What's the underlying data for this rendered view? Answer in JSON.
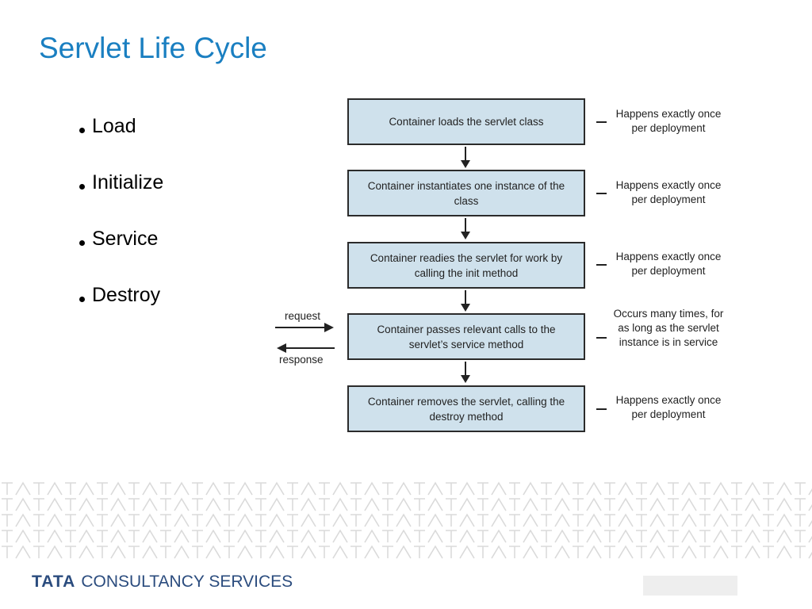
{
  "title": "Servlet Life Cycle",
  "bullets": [
    "Load",
    "Initialize",
    "Service",
    "Destroy"
  ],
  "diagram": {
    "stages": [
      {
        "label": "Container loads the servlet class",
        "note": "Happens exactly once per deployment"
      },
      {
        "label": "Container instantiates one instance of the class",
        "note": "Happens exactly once per deployment"
      },
      {
        "label": "Container readies the servlet for work by calling the init method",
        "note": "Happens exactly once per deployment"
      },
      {
        "label": "Container passes relevant calls to the servlet’s service method",
        "note": "Occurs many times, for as long as the servlet instance is in service"
      },
      {
        "label": "Container removes the servlet, calling the destroy method",
        "note": "Happens exactly once per deployment"
      }
    ],
    "request_label": "request",
    "response_label": "response"
  },
  "footer": {
    "logo_mark": "TATA",
    "logo_text": "CONSULTANCY SERVICES"
  },
  "colors": {
    "title": "#1a7fc1",
    "box_fill": "#cfe1ec",
    "logo": "#2b4c7e",
    "pattern": "#d4d4d4"
  }
}
